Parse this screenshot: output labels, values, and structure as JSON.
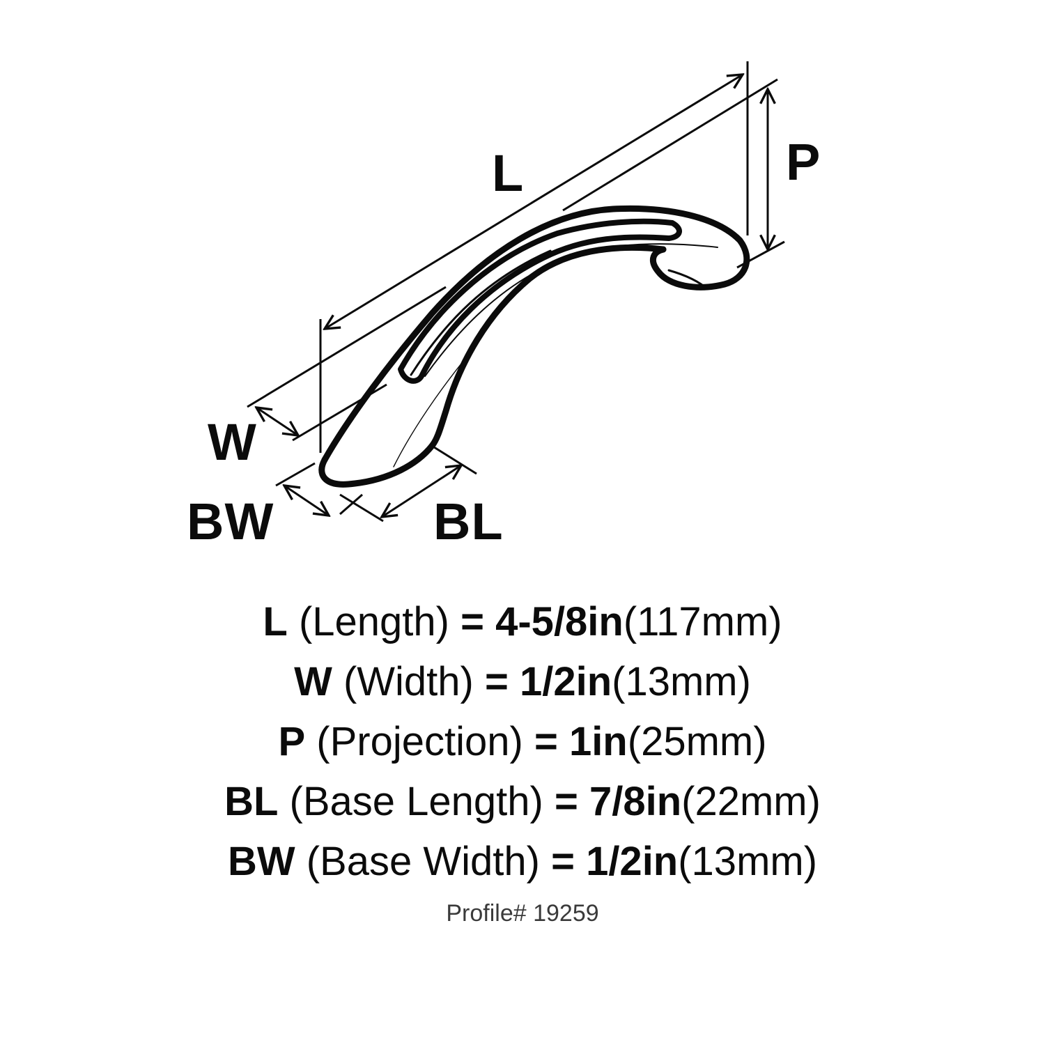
{
  "diagram": {
    "subject": "arched cabinet pull handle",
    "labels": {
      "L": "L",
      "P": "P",
      "W": "W",
      "BW": "BW",
      "BL": "BL"
    }
  },
  "specs": [
    {
      "key": "L",
      "name": "(Length)",
      "eq": "=",
      "imperial": "4-5/8in",
      "metric": "(117mm)"
    },
    {
      "key": "W",
      "name": "(Width)",
      "eq": "=",
      "imperial": "1/2in",
      "metric": "(13mm)"
    },
    {
      "key": "P",
      "name": "(Projection)",
      "eq": "=",
      "imperial": "1in",
      "metric": "(25mm)"
    },
    {
      "key": "BL",
      "name": "(Base Length)",
      "eq": "=",
      "imperial": "7/8in",
      "metric": "(22mm)"
    },
    {
      "key": "BW",
      "name": "(Base Width)",
      "eq": "=",
      "imperial": "1/2in",
      "metric": "(13mm)"
    }
  ],
  "profile": "Profile# 19259",
  "colors": {
    "ink": "#0b0b0b",
    "background": "#ffffff",
    "caption": "#3a3a3a"
  }
}
